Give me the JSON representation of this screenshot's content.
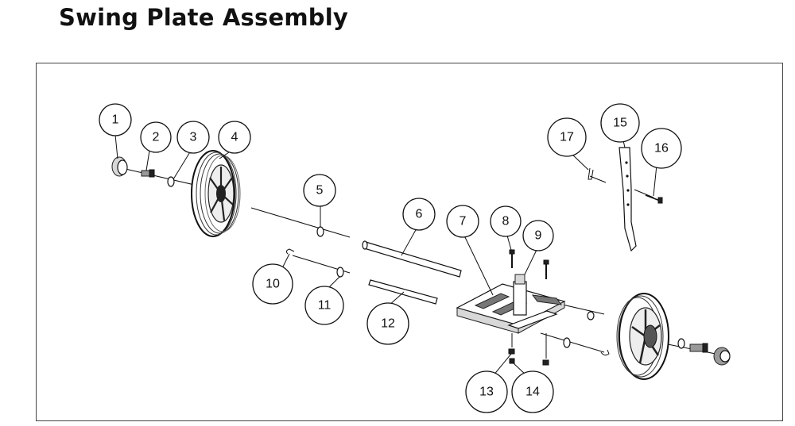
{
  "title": "Swing Plate Assembly",
  "callouts": [
    "1",
    "2",
    "3",
    "4",
    "5",
    "6",
    "7",
    "8",
    "9",
    "10",
    "11",
    "12",
    "13",
    "14",
    "15",
    "16",
    "17"
  ]
}
